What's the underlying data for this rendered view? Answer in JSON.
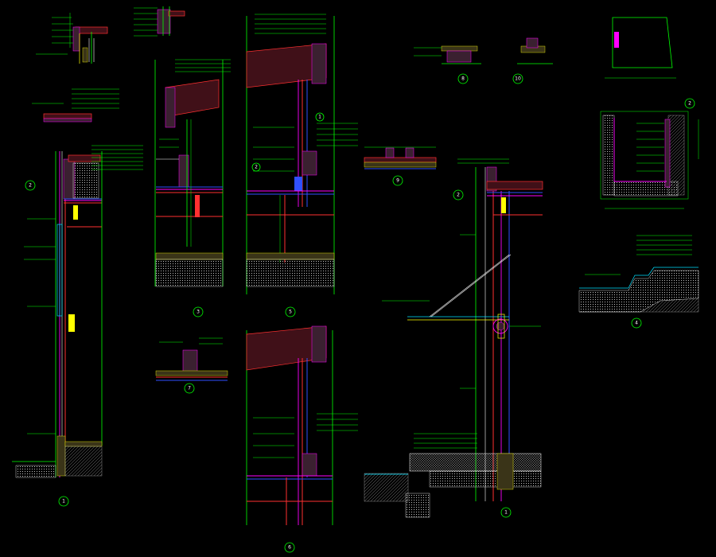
{
  "drawing": {
    "title": "",
    "callouts": [
      {
        "id": "c1a",
        "label": "1"
      },
      {
        "id": "c2a",
        "label": "2"
      },
      {
        "id": "c3",
        "label": "3"
      },
      {
        "id": "c5",
        "label": "5"
      },
      {
        "id": "c6",
        "label": "6"
      },
      {
        "id": "c7",
        "label": "7"
      },
      {
        "id": "c8",
        "label": "8"
      },
      {
        "id": "c9",
        "label": "9"
      },
      {
        "id": "c10",
        "label": "10"
      },
      {
        "id": "c1b",
        "label": "1"
      },
      {
        "id": "c2b",
        "label": "2"
      },
      {
        "id": "c2c",
        "label": "2"
      },
      {
        "id": "c4",
        "label": "4"
      },
      {
        "id": "c1c",
        "label": "1"
      },
      {
        "id": "c2d",
        "label": "2"
      }
    ]
  },
  "colors": {
    "background": "#000000",
    "dimension": "#00ff00",
    "insulation": "#ff00ff",
    "structure": "#ff3030",
    "membrane": "#3050ff",
    "annotation": "#ffffff",
    "fill": "#ffff00",
    "glazing": "#00e0ff"
  }
}
